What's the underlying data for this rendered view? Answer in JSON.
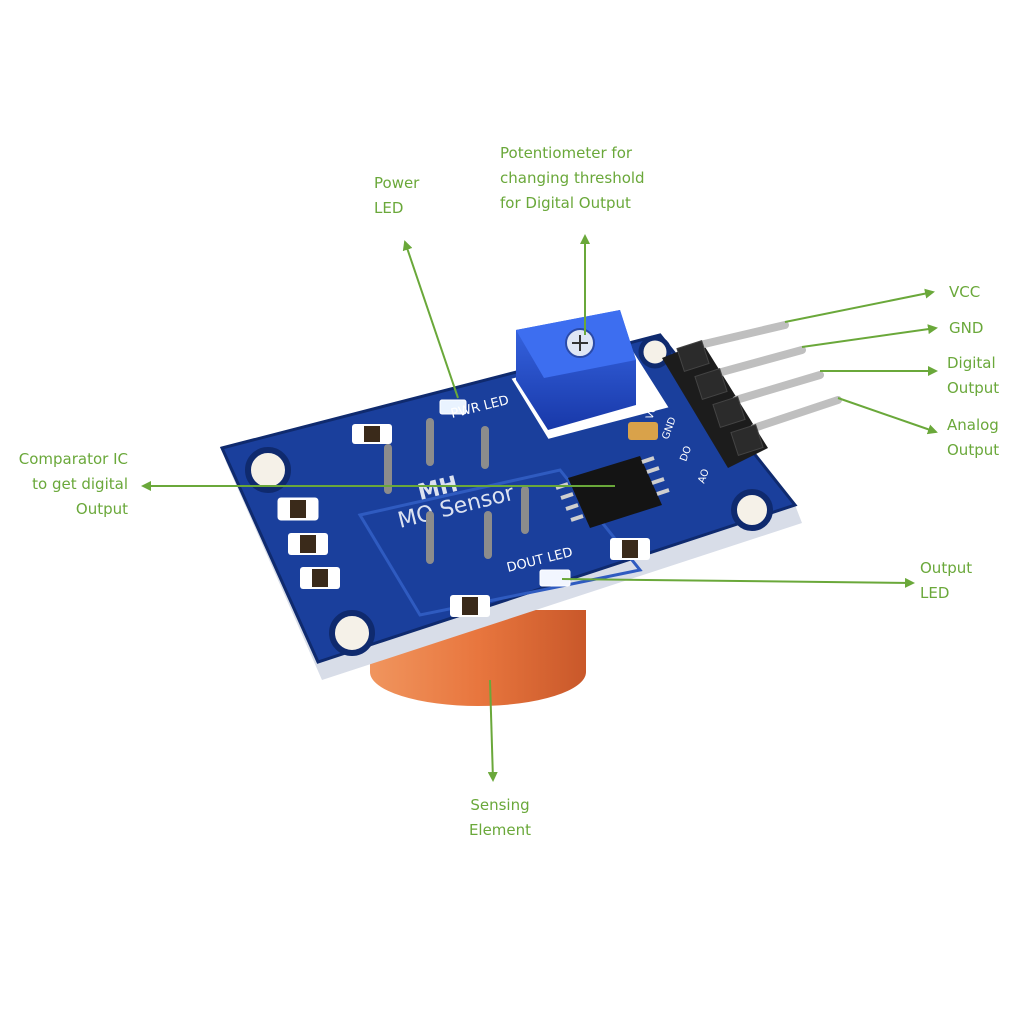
{
  "labels": {
    "potentiometer": [
      "Potentiometer for",
      "changing threshold",
      "for Digital Output"
    ],
    "power_led": [
      "Power",
      "LED"
    ],
    "vcc": [
      "VCC"
    ],
    "gnd": [
      "GND"
    ],
    "digital_output": [
      "Digital",
      "Output"
    ],
    "analog_output": [
      "Analog",
      "Output"
    ],
    "comparator_ic": [
      "Comparator IC",
      "to get digital",
      "Output"
    ],
    "output_led": [
      "Output",
      "LED"
    ],
    "sensing_element": [
      "Sensing",
      "Element"
    ]
  },
  "board_silkscreen": {
    "brand": "MH",
    "sensor": "MQ Sensor",
    "pwr_led": "PWR LED",
    "dout_led": "DOUT LED",
    "pins": [
      "VCC",
      "GND",
      "DO",
      "AO"
    ]
  },
  "colors": {
    "annotation": "#6aa83a",
    "pcb": "#1a3f9c",
    "pcb_edge": "#0f2a6e",
    "potentiometer": "#1f4fd0",
    "sensor_cap": "#e8763e",
    "header": "#1c1c1c",
    "pins": "#bfbfbf"
  }
}
